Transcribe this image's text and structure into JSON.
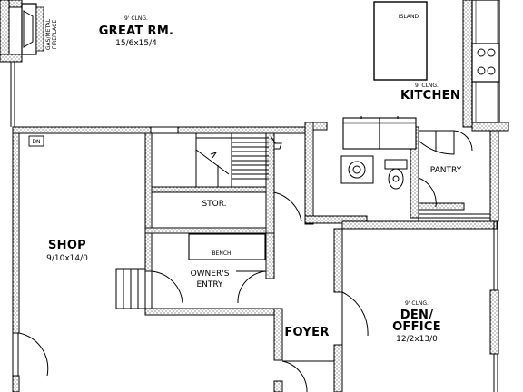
{
  "rooms": {
    "great_room": {
      "ceiling": "9' CLNG.",
      "name": "GREAT RM.",
      "dims": "15/6x15/4"
    },
    "kitchen": {
      "ceiling": "9' CLNG.",
      "name": "KITCHEN"
    },
    "island": {
      "name": "ISLAND"
    },
    "shop": {
      "name": "SHOP",
      "dims": "9/10x14/0"
    },
    "stor": {
      "name": "STOR."
    },
    "bench": {
      "name": "BENCH"
    },
    "owners_entry": {
      "line1": "OWNER'S",
      "line2": "ENTRY"
    },
    "foyer": {
      "name": "FOYER"
    },
    "pantry": {
      "name": "PANTRY"
    },
    "den": {
      "ceiling": "9' CLNG.",
      "line1": "DEN/",
      "line2": "OFFICE",
      "dims": "12/2x13/0"
    }
  },
  "fireplace": {
    "line1": "GAS/METAL",
    "line2": "FIREPLACE"
  },
  "dn_tag": "DN"
}
